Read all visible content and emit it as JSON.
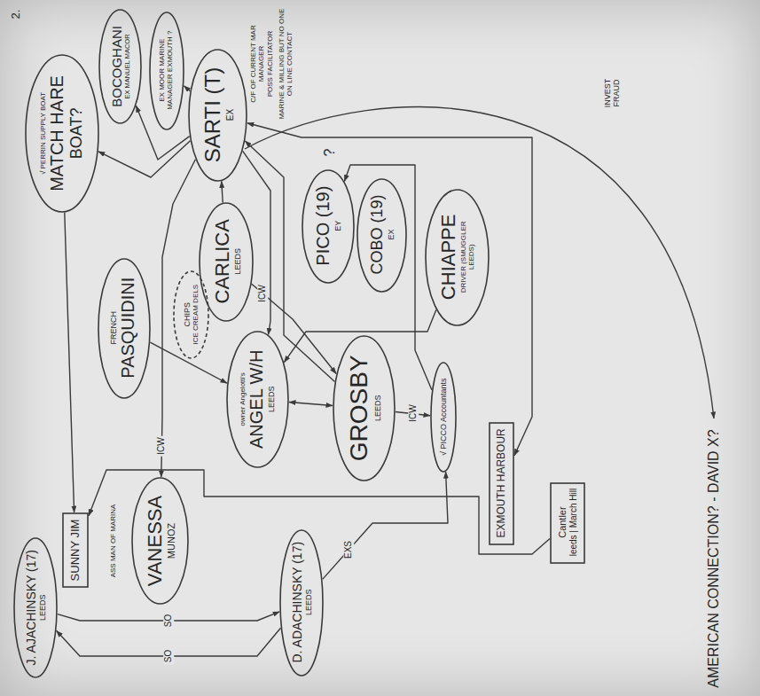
{
  "diagram": {
    "nodes": [
      {
        "text": [
          "√ PERRIN SUPPLY BOAT",
          "MATCH HARE",
          "BOAT?"
        ]
      },
      {
        "text": [
          "BOCOGHANI",
          "EX MANUEL MACOR"
        ]
      },
      {
        "text": [
          "EX MOOR MARINE MANAGER EXMOUTH ?"
        ]
      },
      {
        "text": [
          "SARTI (T)",
          "EX"
        ]
      },
      {
        "text": [
          "CARLICA",
          "LEEDS"
        ]
      },
      {
        "text": [
          "PICO (19)",
          "EY"
        ]
      },
      {
        "text": [
          "COBO (19)",
          "EX"
        ]
      },
      {
        "text": [
          "CHIAPPE",
          "DRIVER (SMUGGLER LEEDS)"
        ]
      },
      {
        "text": [
          "FRENCH",
          "PASQUIDINI"
        ]
      },
      {
        "text": [
          "CHIPS",
          "ICE CREAM DELS"
        ]
      },
      {
        "text": [
          "owner Angelotti's",
          "ANGEL W/H",
          "LEEDS"
        ]
      },
      {
        "text": [
          "GROSBY",
          "LEEDS"
        ]
      },
      {
        "text": [
          "√ PICCO Accountants"
        ]
      },
      {
        "text": [
          "EXMOUTH HARBOUR"
        ]
      },
      {
        "text": [
          "Cantler",
          "leeds | March Hill"
        ]
      },
      {
        "text": [
          "VANESSA",
          "MUNOZ"
        ]
      },
      {
        "text": [
          "SUNNY JIM"
        ]
      },
      {
        "text": [
          "J. AJACHINSKY (17)",
          "LEEDS"
        ]
      },
      {
        "text": [
          "D. ADACHINSKY (17)",
          "LEEDS"
        ]
      }
    ],
    "edges": [
      {
        "from": 3,
        "to": 1,
        "arrow": "to"
      },
      {
        "from": 3,
        "to": 2,
        "arrow": "to"
      },
      {
        "from": 3,
        "to": 0,
        "arrow": "to"
      },
      {
        "from": 0,
        "to": 16,
        "arrow": "to"
      },
      {
        "from": 3,
        "to": 15,
        "label": "ICW",
        "arrow": "to"
      },
      {
        "from": 3,
        "to": 10,
        "arrow": "to"
      },
      {
        "from": 4,
        "to": 3,
        "arrow": "to"
      },
      {
        "from": 4,
        "to": 11,
        "label": "ICW",
        "arrow": "to"
      },
      {
        "from": 11,
        "to": 3,
        "arrow": "to"
      },
      {
        "from": 8,
        "to": 10,
        "arrow": "to"
      },
      {
        "from": 7,
        "to": 10,
        "arrow": "to"
      },
      {
        "from": 11,
        "to": 10,
        "arrow": "both"
      },
      {
        "from": 11,
        "to": 12,
        "label": "ICW",
        "arrow": "to"
      },
      {
        "from": 12,
        "to": 5,
        "arrow": "to"
      },
      {
        "from": 3,
        "to": 13,
        "arrow": "both"
      },
      {
        "from": 17,
        "to": 18,
        "label": "SO",
        "arrow": "to"
      },
      {
        "from": 18,
        "to": 17,
        "label": "SO",
        "arrow": "to"
      },
      {
        "from": 18,
        "to": 12,
        "label": "EXS",
        "arrow": "to"
      },
      {
        "from": 14,
        "to": 16,
        "arrow": "to"
      }
    ],
    "labels": [
      "2.",
      "C/F OF CURRENT MAR MANAGER",
      "POSS FACILITATOR",
      "MARINE & MILLING BUT NO ONE ON LINE CONTACT",
      "?",
      "INVEST FRAUD",
      "ASS MAN OF MARINA",
      "AMERICAN CONNECTION? - DAVID X?"
    ]
  }
}
